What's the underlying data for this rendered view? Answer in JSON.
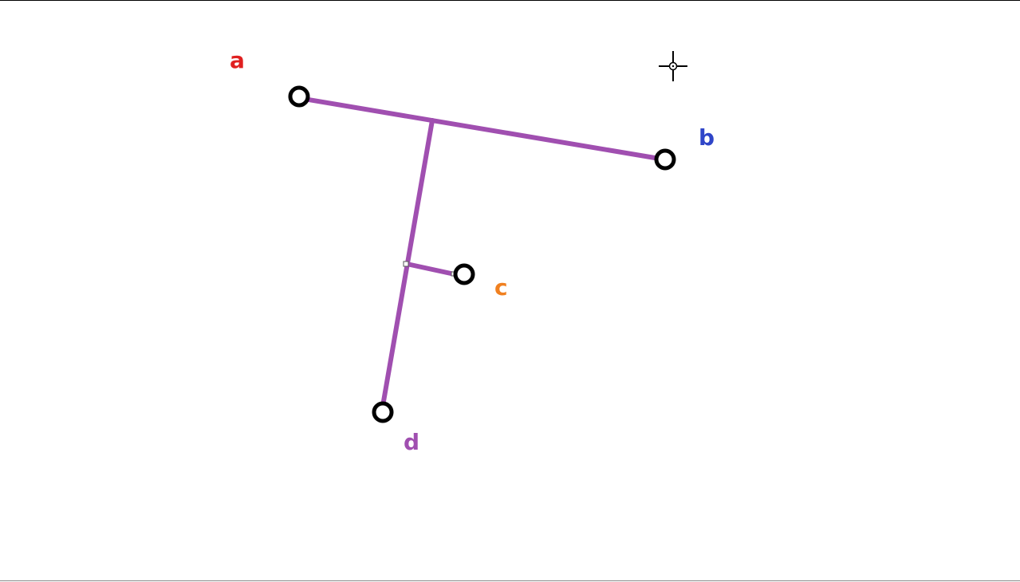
{
  "diagram": {
    "line_color": "#a04fb0",
    "node_stroke": "#000000",
    "cursor_color": "#000000",
    "labels": {
      "a": {
        "text": "a",
        "color": "#e02020"
      },
      "b": {
        "text": "b",
        "color": "#2f45c8"
      },
      "c": {
        "text": "c",
        "color": "#f08020"
      },
      "d": {
        "text": "d",
        "color": "#a04fb0"
      }
    },
    "cursor_icon": "crosshair-cursor-icon"
  }
}
